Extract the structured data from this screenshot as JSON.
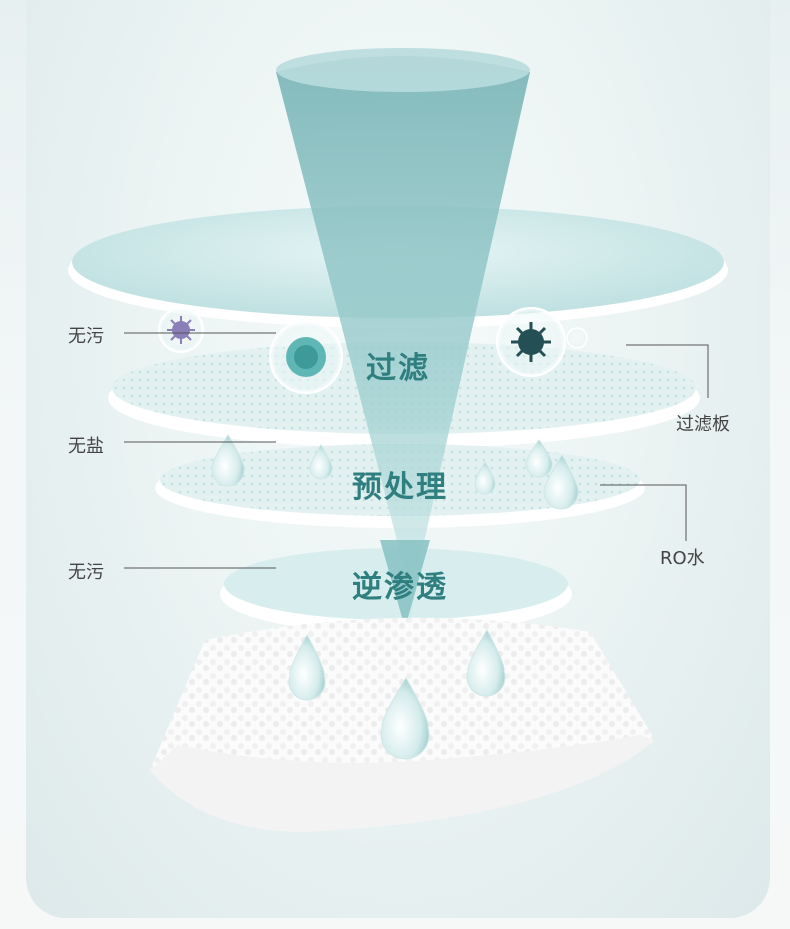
{
  "layers": {
    "top": "过滤",
    "middle": "预处理",
    "bottom": "逆渗透"
  },
  "left_labels": [
    "无污",
    "无盐",
    "无污"
  ],
  "right_labels": [
    "过滤板",
    "RO水"
  ],
  "colors": {
    "accent": "#2f7f80",
    "funnel": "#86c0c2",
    "disc": "#cfe8e8",
    "line": "#555555"
  },
  "icons": [
    "virus-icon",
    "bacteria-icon",
    "germ-icon",
    "water-drop-icon"
  ]
}
